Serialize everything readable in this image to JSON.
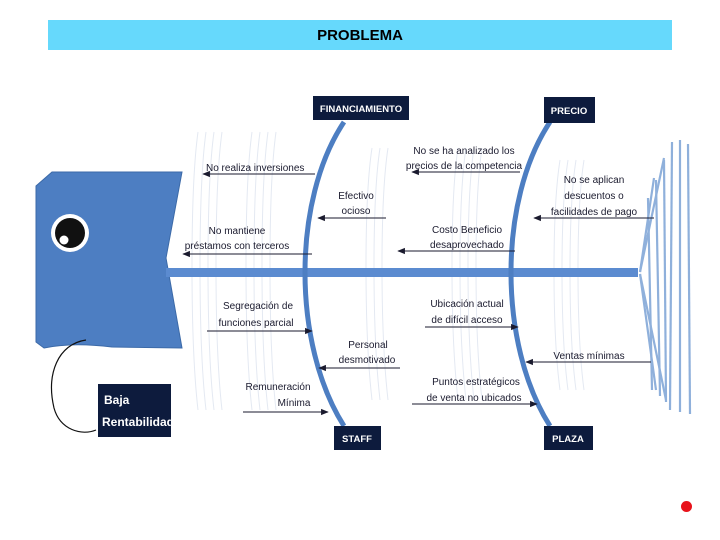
{
  "title": "PROBLEMA",
  "head_label": [
    "Baja",
    "Rentabilidad"
  ],
  "categories": {
    "financiamiento": "FINANCIAMIENTO",
    "precio": "PRECIO",
    "staff": "STAFF",
    "plaza": "PLAZA"
  },
  "causes": {
    "no_inversiones": "No realiza inversiones",
    "no_prestamos": [
      "No mantiene",
      "préstamos con terceros"
    ],
    "efectivo_ocioso": [
      "Efectivo",
      "ocioso"
    ],
    "no_analizado": [
      "No se ha analizado los",
      "precios de la competencia"
    ],
    "costo_beneficio": [
      "Costo Beneficio",
      "desaprovechado"
    ],
    "no_descuentos": [
      "No se aplican",
      "descuentos o",
      "facilidades de pago"
    ],
    "segregacion": [
      "Segregación de",
      "funciones parcial"
    ],
    "personal": [
      "Personal",
      "desmotivado"
    ],
    "remuneracion": [
      "Remuneración",
      "Mínima"
    ],
    "ubicacion": [
      "Ubicación actual",
      "de difícil acceso"
    ],
    "puntos": [
      "Puntos estratégicos",
      "de venta no ubicados"
    ],
    "ventas": "Ventas mínimas"
  },
  "colors": {
    "title_bg": "#66d9fc",
    "fish_blue": "#4d7ec2",
    "label_box": "#0d1b3d",
    "accent_dot": "#e8121a"
  }
}
